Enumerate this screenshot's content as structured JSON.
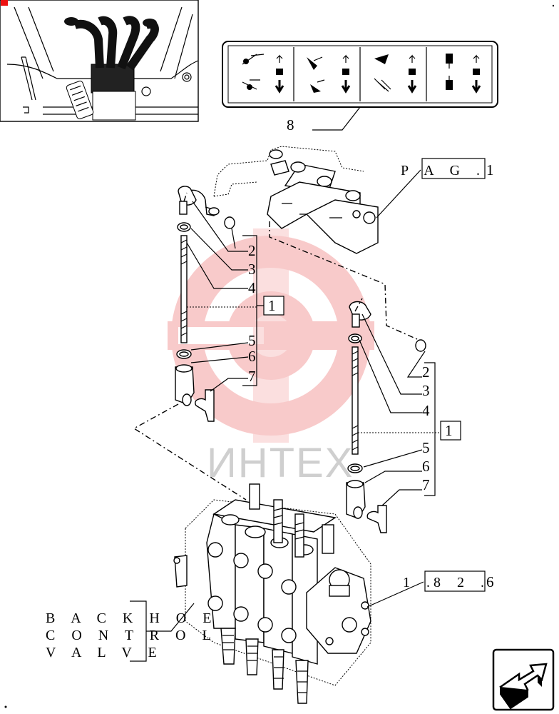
{
  "watermark": {
    "text": "ИНТЕХ",
    "color": "#f08080"
  },
  "labels": {
    "panel_callout": "8",
    "page_ref": "P A G .",
    "page_ref_num": "1",
    "left_group_ref": "1",
    "right_group_ref": "1",
    "left_items": [
      "2",
      "3",
      "4",
      "5",
      "6",
      "7"
    ],
    "right_items": [
      "2",
      "3",
      "4",
      "5",
      "6",
      "7"
    ],
    "valve_ref_prefix": "1 .",
    "valve_ref_box": "8 2 .",
    "valve_ref_suffix": "6",
    "backhoe_line1": "B A C K H O E",
    "backhoe_line2": "C O N T R O L",
    "backhoe_line3": "V A L V E"
  },
  "icons": {
    "thumbnail": "tractor-cab-levers-thumbnail",
    "decal": "control-pattern-decal",
    "nav": "next-page-arrow-icon"
  }
}
